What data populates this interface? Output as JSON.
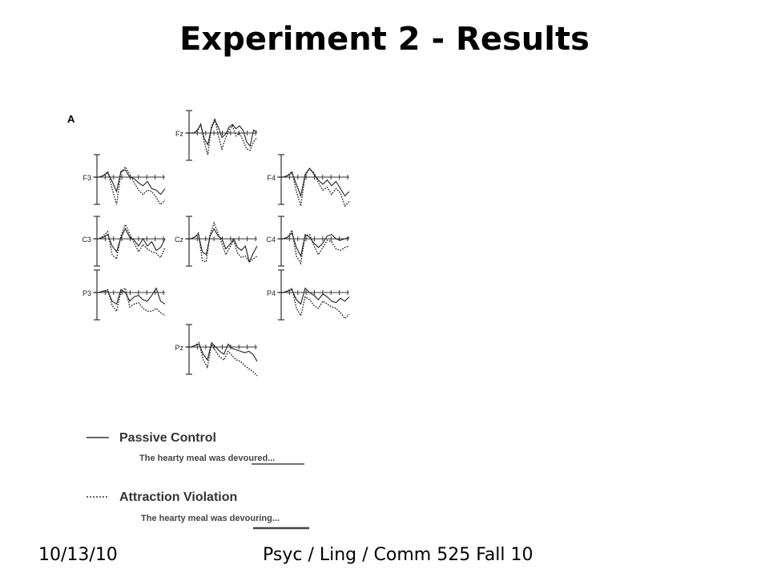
{
  "slide": {
    "title": "Experiment 2 - Results",
    "footer_left": "10/13/10",
    "footer_center": "Psyc / Ling / Comm 525 Fall 10"
  },
  "chart_data": {
    "type": "line",
    "panel_label": "A",
    "electrodes": [
      {
        "name": "Fz",
        "row": 0,
        "col": 1,
        "series": [
          {
            "values": [
              0,
              0,
              0,
              0.2,
              0.6,
              -0.4,
              -0.8,
              0.3,
              0.9,
              0.4,
              -0.3,
              -0.1,
              0.4,
              0.6,
              0.3,
              0.5,
              0.2,
              -0.6,
              -0.9,
              0.2,
              0.1
            ]
          },
          {
            "values": [
              0,
              0,
              0,
              0.1,
              0.6,
              -0.6,
              -1.5,
              0.4,
              1.0,
              -0.2,
              -1.1,
              -0.4,
              0.2,
              0.5,
              -0.2,
              0.0,
              -0.5,
              -1.1,
              -1.2,
              -0.6,
              -0.3
            ]
          }
        ]
      },
      {
        "name": "F3",
        "row": 1,
        "col": 0,
        "series": [
          {
            "values": [
              0,
              0,
              0.1,
              0.3,
              -0.3,
              -1.0,
              0.4,
              0.5,
              0.0,
              -0.1,
              -0.4,
              -0.6,
              -0.3,
              -0.8,
              -0.9,
              -1.2,
              -0.8
            ]
          },
          {
            "values": [
              0,
              0,
              0.1,
              0.4,
              -0.8,
              -1.9,
              0.3,
              0.7,
              0.2,
              -0.4,
              -0.9,
              -1.2,
              -0.9,
              -1.0,
              -1.4,
              -1.9,
              -1.6
            ]
          }
        ]
      },
      {
        "name": "F4",
        "row": 1,
        "col": 2,
        "series": [
          {
            "values": [
              0,
              0,
              0.1,
              0.3,
              -0.5,
              -1.3,
              0.2,
              0.6,
              0.2,
              -0.2,
              -0.5,
              -0.2,
              -0.6,
              -0.3,
              -0.8,
              -1.3,
              -1.0
            ]
          },
          {
            "values": [
              0,
              0,
              0.1,
              0.4,
              -1.0,
              -2.0,
              0.1,
              0.6,
              0.3,
              -0.4,
              -0.9,
              -0.7,
              -1.2,
              -0.8,
              -1.1,
              -2.0,
              -1.7
            ]
          }
        ]
      },
      {
        "name": "C3",
        "row": 2,
        "col": 0,
        "series": [
          {
            "values": [
              0,
              0,
              0.1,
              0.3,
              -0.5,
              -0.9,
              0.1,
              0.7,
              0.1,
              -0.1,
              -0.5,
              0.0,
              -0.5,
              -0.2,
              -0.8,
              -0.6,
              0.0
            ]
          },
          {
            "values": [
              0,
              0,
              0.2,
              0.5,
              -1.1,
              -1.4,
              0.2,
              1.0,
              0.3,
              -0.3,
              -0.9,
              -0.4,
              -0.7,
              -0.9,
              -1.0,
              -1.3,
              -0.6
            ]
          }
        ]
      },
      {
        "name": "Cz",
        "row": 2,
        "col": 1,
        "series": [
          {
            "values": [
              0,
              0,
              0.1,
              0.3,
              -0.9,
              -1.1,
              0.2,
              0.7,
              0.2,
              0.0,
              -0.7,
              -0.4,
              0.0,
              -0.6,
              -0.8,
              -0.5,
              -1.6,
              -1.0,
              -0.5
            ]
          },
          {
            "values": [
              0,
              0,
              0.1,
              0.4,
              -1.5,
              -1.6,
              0.3,
              1.1,
              0.4,
              -0.3,
              -1.1,
              -0.6,
              -0.1,
              -1.0,
              -1.3,
              -1.2,
              -1.6,
              -1.4,
              -1.2
            ]
          }
        ]
      },
      {
        "name": "C4",
        "row": 2,
        "col": 2,
        "series": [
          {
            "values": [
              0,
              0,
              0.1,
              0.4,
              -0.6,
              -1.2,
              0.3,
              0.1,
              -0.3,
              -0.6,
              -0.3,
              0.2,
              0.3,
              0.0,
              -0.1,
              0.0,
              0.1
            ]
          },
          {
            "values": [
              0,
              0,
              0.1,
              0.6,
              -1.2,
              -1.7,
              0.2,
              0.3,
              -0.5,
              -1.1,
              -0.6,
              -0.1,
              -0.2,
              -0.7,
              -0.8,
              -0.6,
              -0.5
            ]
          }
        ]
      },
      {
        "name": "P3",
        "row": 3,
        "col": 0,
        "series": [
          {
            "values": [
              0,
              0,
              0.1,
              0.1,
              -0.6,
              -0.8,
              0.2,
              0.0,
              -0.6,
              -0.3,
              -0.2,
              -0.5,
              -0.6,
              -0.2,
              0.3,
              -0.6,
              -0.8
            ]
          },
          {
            "values": [
              0,
              0,
              0.1,
              0.2,
              -0.9,
              -1.3,
              0.1,
              0.3,
              -1.0,
              -0.8,
              -0.7,
              -1.1,
              -1.3,
              -1.3,
              -1.1,
              -1.4,
              -1.6
            ]
          }
        ]
      },
      {
        "name": "P4",
        "row": 3,
        "col": 2,
        "series": [
          {
            "values": [
              0,
              0,
              0.1,
              0.2,
              -0.5,
              -0.8,
              0.3,
              0.0,
              -0.2,
              -0.5,
              -0.1,
              -0.3,
              -0.6,
              -0.7,
              -0.4,
              -0.6,
              -0.3
            ]
          },
          {
            "values": [
              0,
              0,
              0.1,
              0.3,
              -1.1,
              -1.6,
              -0.3,
              -0.5,
              -0.9,
              -1.1,
              -0.6,
              -0.8,
              -1.0,
              -1.1,
              -1.4,
              -1.8,
              -1.5
            ]
          }
        ]
      },
      {
        "name": "Pz",
        "row": 4,
        "col": 1,
        "series": [
          {
            "values": [
              0,
              0,
              0.1,
              0.2,
              -0.5,
              -0.9,
              0.3,
              0.0,
              -0.3,
              -0.5,
              0.2,
              -0.1,
              -0.2,
              -0.3,
              -0.4,
              -0.3,
              -0.5,
              -1.0
            ]
          },
          {
            "values": [
              0,
              0,
              0.1,
              0.3,
              -0.9,
              -1.4,
              0.2,
              -0.3,
              -0.7,
              -0.9,
              -0.3,
              -0.6,
              -0.9,
              -1.0,
              -1.3,
              -1.5,
              -1.7,
              -2.0
            ]
          }
        ]
      }
    ],
    "series_styles": [
      "solid",
      "dotted"
    ],
    "legend": [
      {
        "label": "Passive Control",
        "style": "solid",
        "example_prefix": "The hearty meal was ",
        "example_word": "devoured",
        "example_suffix": "..."
      },
      {
        "label": "Attraction Violation",
        "style": "dotted",
        "example_prefix": "The hearty meal was ",
        "example_word": "devouring",
        "example_suffix": "..."
      }
    ],
    "legend_position": "bottom-left",
    "ylim": [
      -2.2,
      1.6
    ]
  }
}
